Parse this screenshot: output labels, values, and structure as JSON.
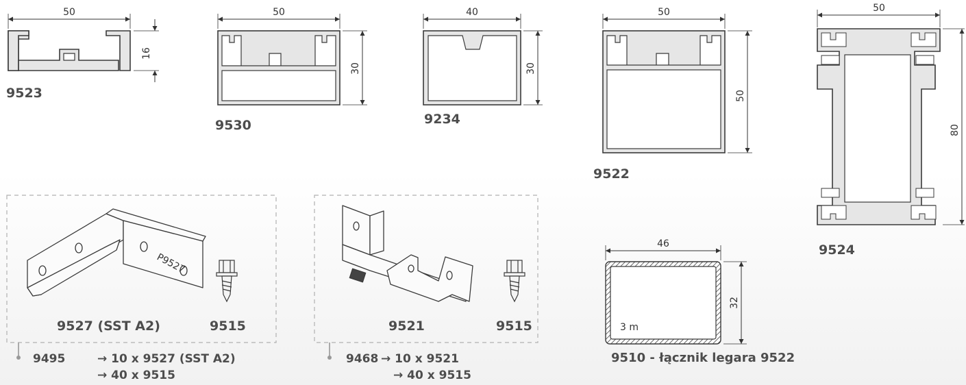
{
  "profiles": {
    "p9523": {
      "code": "9523",
      "width": "50",
      "height": "16"
    },
    "p9530": {
      "code": "9530",
      "width": "50",
      "height": "30"
    },
    "p9234": {
      "code": "9234",
      "width": "40",
      "height": "30"
    },
    "p9522": {
      "code": "9522",
      "width": "50",
      "height": "50"
    },
    "p9524": {
      "code": "9524",
      "width": "50",
      "height": "80"
    },
    "p9510": {
      "code": "9510 - łącznik legara 9522",
      "width": "46",
      "height": "32",
      "length": "3 m"
    }
  },
  "kit1": {
    "bracket_label": "9527 (SST A2)",
    "screw_label": "9515",
    "bracket_stamp": "P9527",
    "kit_code": "9495",
    "line1": "→ 10 x 9527 (SST A2)",
    "line2": "→ 40 x 9515"
  },
  "kit2": {
    "bracket_label": "9521",
    "screw_label": "9515",
    "kit_code": "9468",
    "line1": "→ 10 x 9521",
    "line2": "→ 40 x 9515"
  },
  "colors": {
    "stroke": "#3a3a3a",
    "fill": "#e6e6e6",
    "dash": "#b0b0b0",
    "text": "#4d4d4d"
  }
}
